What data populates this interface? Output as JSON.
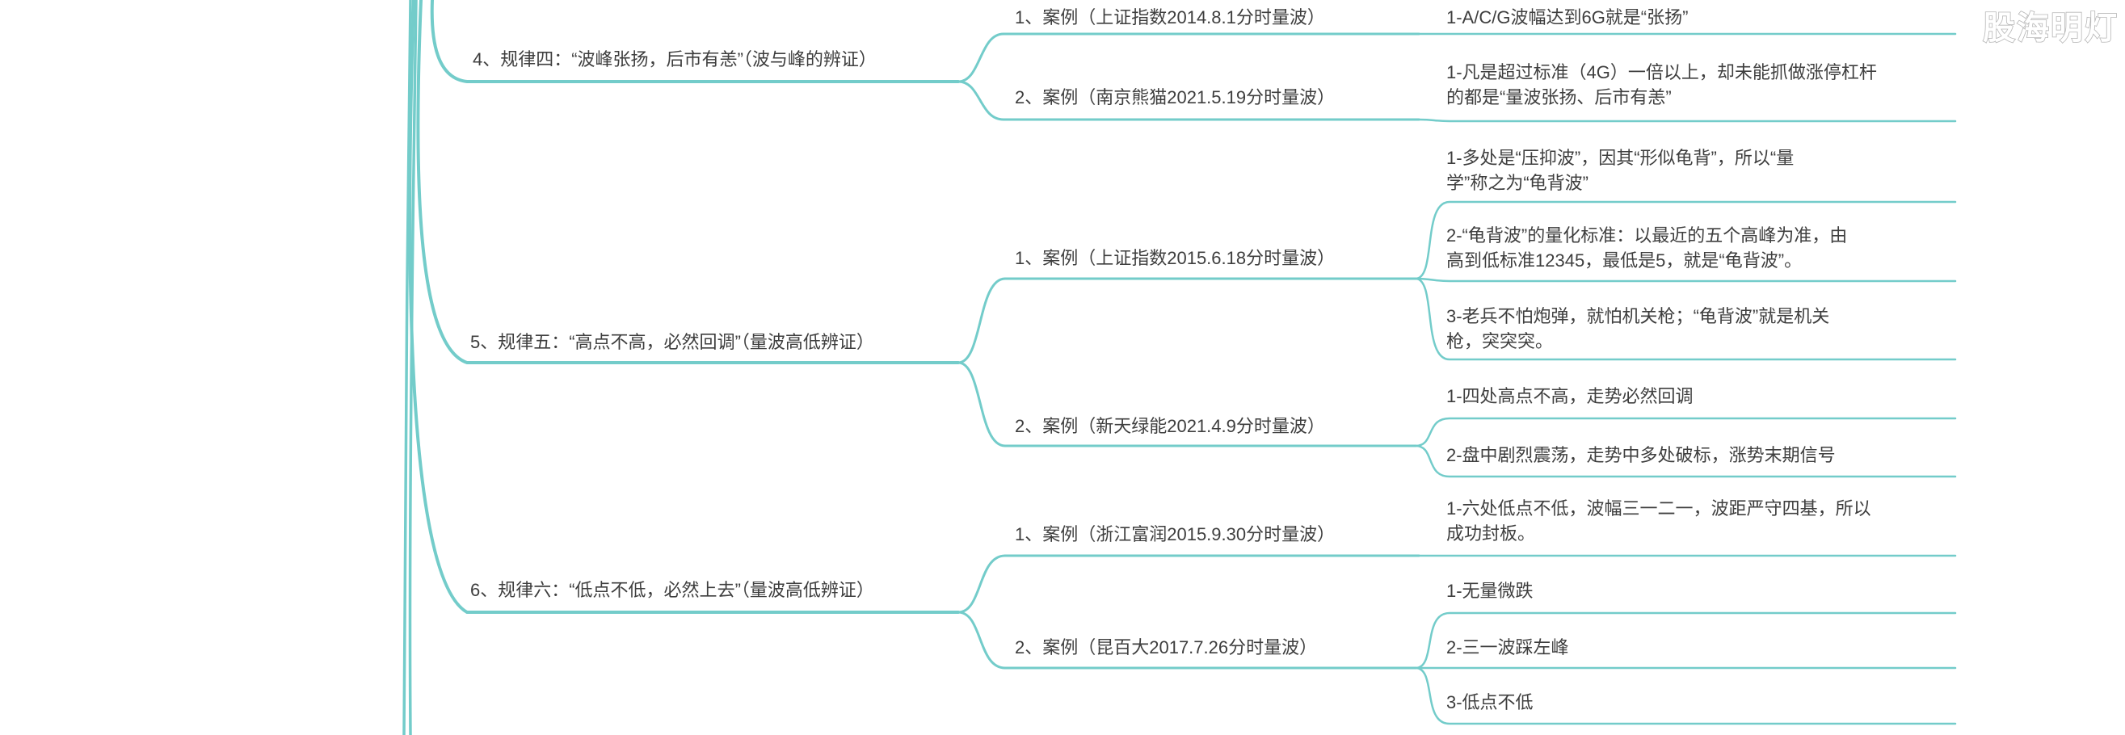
{
  "watermark": "股海明灯",
  "colors": {
    "branch": "#73ccca",
    "text": "#3e3e3e",
    "watermark_outline": "#b6b6b6"
  },
  "mindmap": {
    "branches": [
      {
        "label": "4、规律四：“波峰张扬，后市有恙”（波与峰的辨证）",
        "cases": [
          {
            "label": "1、案例（上证指数2014.8.1分时量波）",
            "points": [
              "1-A/C/G波幅达到6G就是“张扬”"
            ]
          },
          {
            "label": "2、案例（南京熊猫2021.5.19分时量波）",
            "points": [
              "1-凡是超过标准（4G）一倍以上，却未能抓做涨停杠杆\n的都是“量波张扬、后市有恙”"
            ]
          }
        ]
      },
      {
        "label": "5、规律五：“高点不高，必然回调”（量波高低辨证）",
        "cases": [
          {
            "label": "1、案例（上证指数2015.6.18分时量波）",
            "points": [
              "1-多处是“压抑波”，因其“形似龟背”，所以“量\n学”称之为“龟背波”",
              "2-“龟背波”的量化标准：以最近的五个高峰为准，由\n高到低标准12345，最低是5，就是“龟背波”。",
              "3-老兵不怕炮弹，就怕机关枪；“龟背波”就是机关\n枪，突突突。"
            ]
          },
          {
            "label": "2、案例（新天绿能2021.4.9分时量波）",
            "points": [
              "1-四处高点不高，走势必然回调",
              "2-盘中剧烈震荡，走势中多处破标，涨势末期信号"
            ]
          }
        ]
      },
      {
        "label": "6、规律六：“低点不低，必然上去”（量波高低辨证）",
        "cases": [
          {
            "label": "1、案例（浙江富润2015.9.30分时量波）",
            "points": [
              "1-六处低点不低，波幅三一二一，波距严守四基，所以\n成功封板。"
            ]
          },
          {
            "label": "2、案例（昆百大2017.7.26分时量波）",
            "points": [
              "1-无量微跌",
              "2-三一波踩左峰",
              "3-低点不低"
            ]
          }
        ]
      }
    ]
  }
}
